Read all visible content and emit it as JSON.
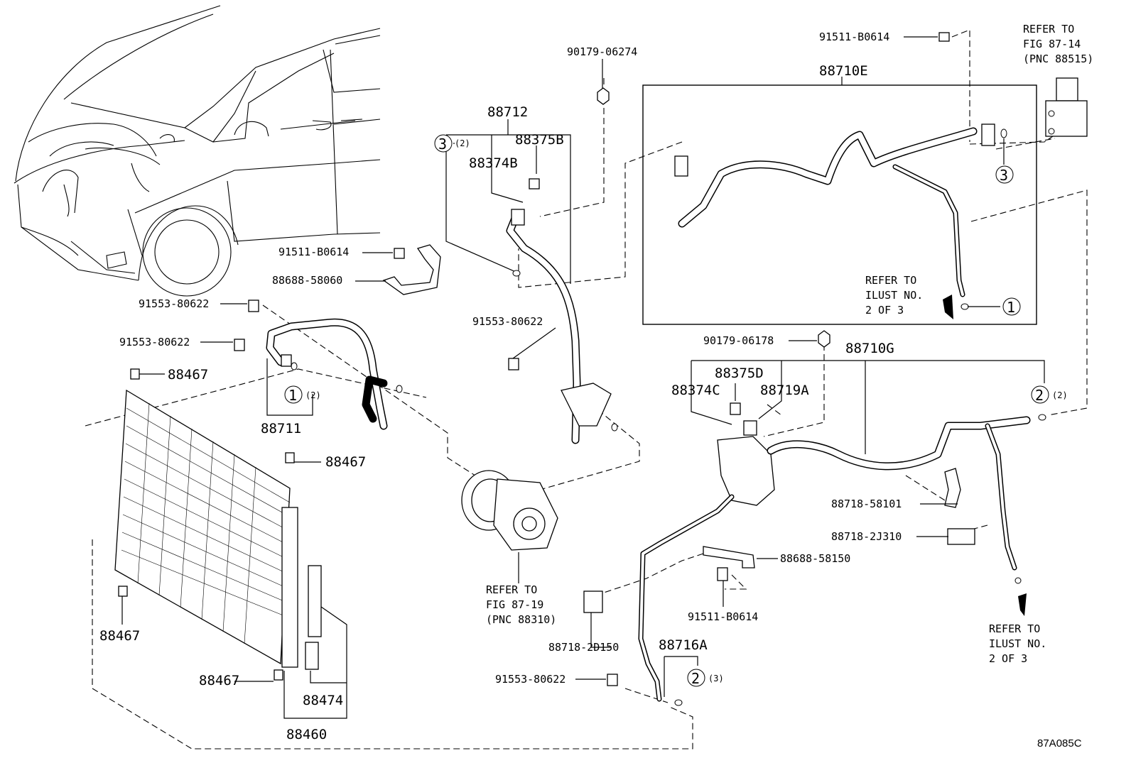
{
  "diagram_id": "87A085C",
  "part_labels": [
    {
      "key": "p_91511_top",
      "text": "91511-B0614"
    },
    {
      "key": "p_88710E",
      "text": "88710E"
    },
    {
      "key": "p_90179_06274",
      "text": "90179-06274"
    },
    {
      "key": "p_88712",
      "text": "88712"
    },
    {
      "key": "p_88375B",
      "text": "88375B"
    },
    {
      "key": "p_88374B",
      "text": "88374B"
    },
    {
      "key": "p_91511_mid",
      "text": "91511-B0614"
    },
    {
      "key": "p_88688_58060",
      "text": "88688-58060"
    },
    {
      "key": "p_91553_a",
      "text": "91553-80622"
    },
    {
      "key": "p_91553_b",
      "text": "91553-80622"
    },
    {
      "key": "p_91553_c",
      "text": "91553-80622"
    },
    {
      "key": "p_88467_a",
      "text": "88467"
    },
    {
      "key": "p_88711",
      "text": "88711"
    },
    {
      "key": "p_88467_b",
      "text": "88467"
    },
    {
      "key": "p_88467_c",
      "text": "88467"
    },
    {
      "key": "p_88467_d",
      "text": "88467"
    },
    {
      "key": "p_88474",
      "text": "88474"
    },
    {
      "key": "p_88460",
      "text": "88460"
    },
    {
      "key": "p_90179_06178",
      "text": "90179-06178"
    },
    {
      "key": "p_88710G",
      "text": "88710G"
    },
    {
      "key": "p_88375D",
      "text": "88375D"
    },
    {
      "key": "p_88374C",
      "text": "88374C"
    },
    {
      "key": "p_88719A",
      "text": "88719A"
    },
    {
      "key": "p_88718_58101",
      "text": "88718-58101"
    },
    {
      "key": "p_88718_2J310",
      "text": "88718-2J310"
    },
    {
      "key": "p_88688_58150",
      "text": "88688-58150"
    },
    {
      "key": "p_91511_low",
      "text": "91511-B0614"
    },
    {
      "key": "p_88718_2D150",
      "text": "88718-2D150"
    },
    {
      "key": "p_88716A",
      "text": "88716A"
    },
    {
      "key": "p_91553_d",
      "text": "91553-80622"
    }
  ],
  "notes": {
    "fig_87_14": [
      "REFER TO",
      "FIG 87-14",
      "(PNC 88515)"
    ],
    "ilust_upper": [
      "REFER TO",
      "ILUST NO.",
      "2 OF 3"
    ],
    "fig_87_19": [
      "REFER TO",
      "FIG 87-19",
      "(PNC 88310)"
    ],
    "ilust_lower": [
      "REFER TO",
      "ILUST NO.",
      "2 OF 3"
    ]
  },
  "callouts": [
    {
      "key": "c3_top",
      "number": "3",
      "qty": "(2)"
    },
    {
      "key": "c3_right",
      "number": "3",
      "qty": ""
    },
    {
      "key": "c1_right",
      "number": "1",
      "qty": ""
    },
    {
      "key": "c1_left",
      "number": "1",
      "qty": "(2)"
    },
    {
      "key": "c2_right",
      "number": "2",
      "qty": "(2)"
    },
    {
      "key": "c2_bottom",
      "number": "2",
      "qty": "(3)"
    }
  ]
}
